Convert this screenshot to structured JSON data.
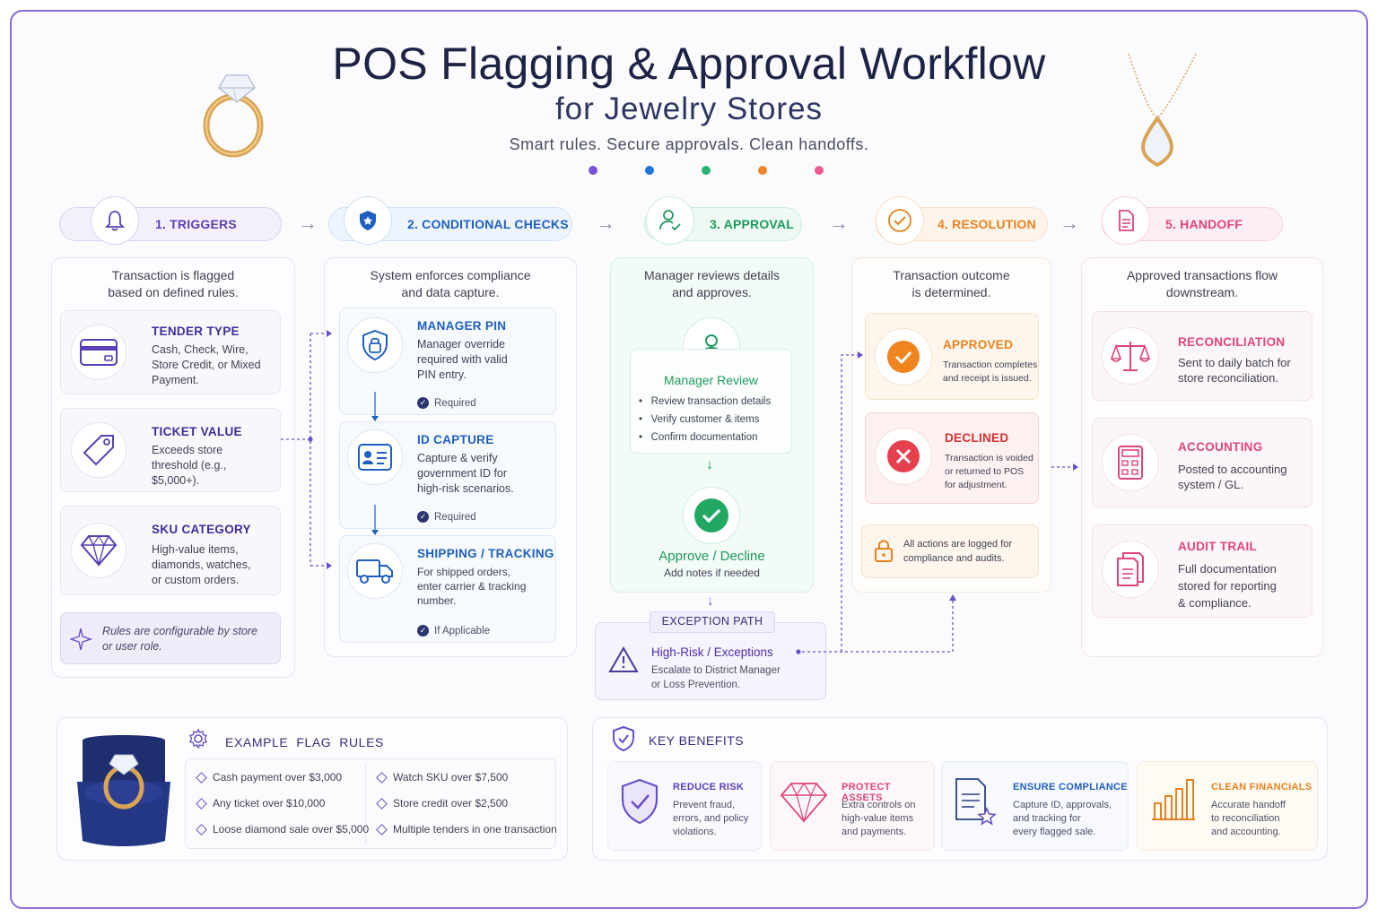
{
  "header": {
    "title": "POS Flagging & Approval Workflow",
    "subtitle": "for  Jewelry Stores",
    "tagline": "Smart rules. Secure approvals. Clean handoffs."
  },
  "colors": {
    "purple": "#6a4fc8",
    "blue": "#1f5fbf",
    "green": "#1f9a5c",
    "orange": "#e8821e",
    "pink": "#e0457b",
    "dots": [
      "#7a52d6",
      "#1f76d8",
      "#2bb372",
      "#f0862a",
      "#ec5b93"
    ]
  },
  "stages": [
    {
      "label": "1. TRIGGERS",
      "icon": "bell-icon"
    },
    {
      "label": "2. CONDITIONAL CHECKS",
      "icon": "shield-icon"
    },
    {
      "label": "3. APPROVAL",
      "icon": "user-check-icon"
    },
    {
      "label": "4. RESOLUTION",
      "icon": "check-circle-icon"
    },
    {
      "label": "5. HANDOFF",
      "icon": "document-icon"
    }
  ],
  "triggers": {
    "intro": "Transaction is flagged\nbased on defined rules.",
    "items": [
      {
        "title": "TENDER TYPE",
        "desc": "Cash, Check, Wire,\nStore Credit, or Mixed\nPayment.",
        "icon": "credit-card-icon"
      },
      {
        "title": "TICKET VALUE",
        "desc": "Exceeds store\nthreshold (e.g.,\n$5,000+).",
        "icon": "price-tag-icon"
      },
      {
        "title": "SKU CATEGORY",
        "desc": "High-value items,\ndiamonds, watches,\nor custom orders.",
        "icon": "diamond-icon"
      }
    ],
    "note": "Rules are configurable by store\nor user role."
  },
  "checks": {
    "intro": "System enforces compliance\nand data capture.",
    "items": [
      {
        "title": "MANAGER PIN",
        "desc": "Manager override\nrequired with valid\nPIN entry.",
        "badge": "Required",
        "icon": "lock-shield-icon"
      },
      {
        "title": "ID CAPTURE",
        "desc": "Capture & verify\ngovernment ID for\nhigh-risk scenarios.",
        "badge": "Required",
        "icon": "id-card-icon"
      },
      {
        "title": "SHIPPING / TRACKING",
        "desc": "For shipped orders,\nenter carrier & tracking\nnumber.",
        "badge": "If Applicable",
        "icon": "truck-icon"
      }
    ]
  },
  "approval": {
    "intro": "Manager reviews details\nand approves.",
    "review_title": "Manager Review",
    "review_items": [
      "Review transaction details",
      "Verify customer & items",
      "Confirm documentation"
    ],
    "decision_title": "Approve / Decline",
    "decision_sub": "Add notes if needed",
    "exception_tag": "EXCEPTION PATH",
    "exception_title": "High-Risk / Exceptions",
    "exception_desc": "Escalate to District Manager\nor Loss Prevention."
  },
  "resolution": {
    "intro": "Transaction outcome\nis determined.",
    "approved_title": "APPROVED",
    "approved_desc": "Transaction completes\nand receipt is issued.",
    "declined_title": "DECLINED",
    "declined_desc": "Transaction is voided\nor returned to POS\nfor adjustment.",
    "log_note": "All actions are logged for\ncompliance and audits."
  },
  "handoff": {
    "intro": "Approved transactions flow\ndownstream.",
    "items": [
      {
        "title": "RECONCILIATION",
        "desc": "Sent to daily batch for\nstore reconciliation.",
        "icon": "scales-icon"
      },
      {
        "title": "ACCOUNTING",
        "desc": "Posted to accounting\nsystem / GL.",
        "icon": "calculator-icon"
      },
      {
        "title": "AUDIT TRAIL",
        "desc": "Full documentation\nstored for reporting\n& compliance.",
        "icon": "audit-document-icon"
      }
    ]
  },
  "example_rules": {
    "title": "EXAMPLE  FLAG  RULES",
    "left": [
      "Cash payment over $3,000",
      "Any ticket over $10,000",
      "Loose diamond sale over $5,000"
    ],
    "right": [
      "Watch SKU over $7,500",
      "Store credit over $2,500",
      "Multiple tenders in one transaction"
    ]
  },
  "benefits": {
    "title": "KEY BENEFITS",
    "items": [
      {
        "title": "REDUCE RISK",
        "desc": "Prevent fraud,\nerrors, and policy\nviolations.",
        "icon": "shield-check-icon"
      },
      {
        "title": "PROTECT ASSETS",
        "desc": "Extra controls on\nhigh-value items\nand payments.",
        "icon": "gem-icon"
      },
      {
        "title": "ENSURE COMPLIANCE",
        "desc": "Capture ID, approvals,\nand tracking for\nevery flagged sale.",
        "icon": "document-star-icon"
      },
      {
        "title": "CLEAN FINANCIALS",
        "desc": "Accurate handoff\nto reconciliation\nand accounting.",
        "icon": "bar-chart-icon"
      }
    ]
  }
}
